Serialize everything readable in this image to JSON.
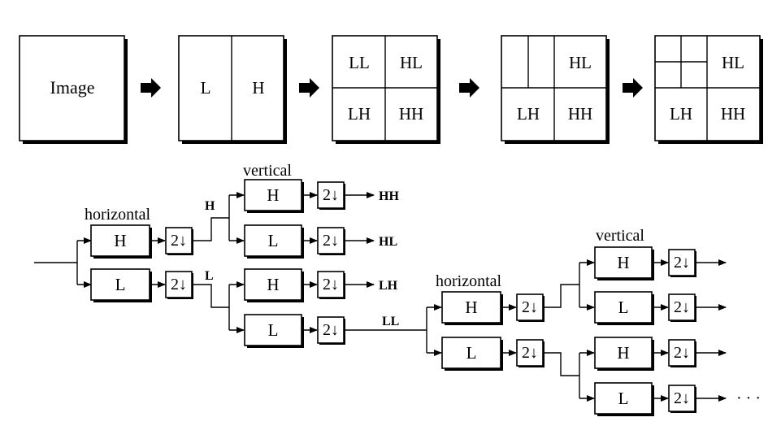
{
  "decomposition": {
    "stage1": {
      "label": "Image"
    },
    "stage2": {
      "left": "L",
      "right": "H"
    },
    "stage3": {
      "ll": "LL",
      "hl": "HL",
      "lh": "LH",
      "hh": "HH"
    },
    "stage4": {
      "hl": "HL",
      "lh": "LH",
      "hh": "HH"
    },
    "stage5": {
      "hl": "HL",
      "lh": "LH",
      "hh": "HH"
    }
  },
  "filterbank": {
    "horizontal_label": "horizontal",
    "vertical_label": "vertical",
    "filter_high": "H",
    "filter_low": "L",
    "downsample": "2↓",
    "branch_h": "H",
    "branch_l": "L",
    "out_hh": "HH",
    "out_hl": "HL",
    "out_lh": "LH",
    "out_ll": "LL",
    "level2_horizontal_label": "horizontal",
    "level2_vertical_label": "vertical",
    "ellipsis": "· · ·"
  }
}
